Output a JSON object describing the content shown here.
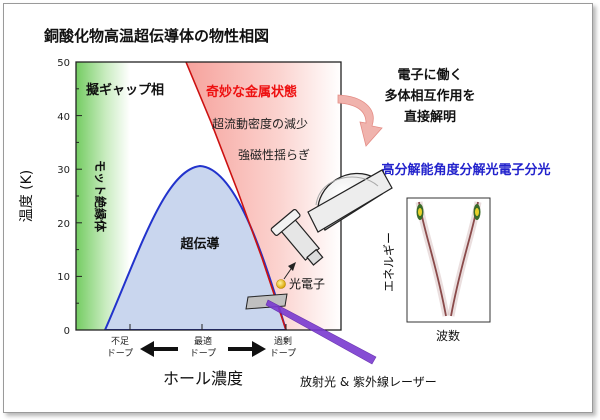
{
  "title": "銅酸化物高温超伝導体の物性相図",
  "axes": {
    "ylabel": "温度 (K)",
    "xlabel": "ホール濃度",
    "yticks": [
      "0",
      "10",
      "20",
      "30",
      "40",
      "50"
    ],
    "xcat_under": [
      "不足",
      "ドープ"
    ],
    "xcat_opt": [
      "最適",
      "ドープ"
    ],
    "xcat_over": [
      "過剰",
      "ドープ"
    ]
  },
  "regions": {
    "pseudogap": "擬ギャップ相",
    "mott": "モット絶縁体",
    "superconductor": "超伝導",
    "strange_metal": "奇妙な金属状態",
    "strange_effect1": "超流動密度の減少",
    "strange_effect2": "強磁性揺らぎ"
  },
  "annotation": {
    "line1": "電子に働く",
    "line2": "多体相互作用を",
    "line3": "直接解明"
  },
  "technique": "高分解能角度分解光電子分光",
  "experiment": {
    "photoelectron": "光電子",
    "light_source": "放射光 & 紫外線レーザー",
    "spectrum_xlabel": "波数",
    "spectrum_ylabel": "エネルギー"
  },
  "colors": {
    "superconductor_fill": "#c9d6ee",
    "superconductor_line": "#2233cc",
    "strange_metal_text": "#ee1111",
    "technique_text": "#2222cc",
    "mott_green": "#7ccf6a",
    "strange_pink": "#f7aaa4"
  }
}
